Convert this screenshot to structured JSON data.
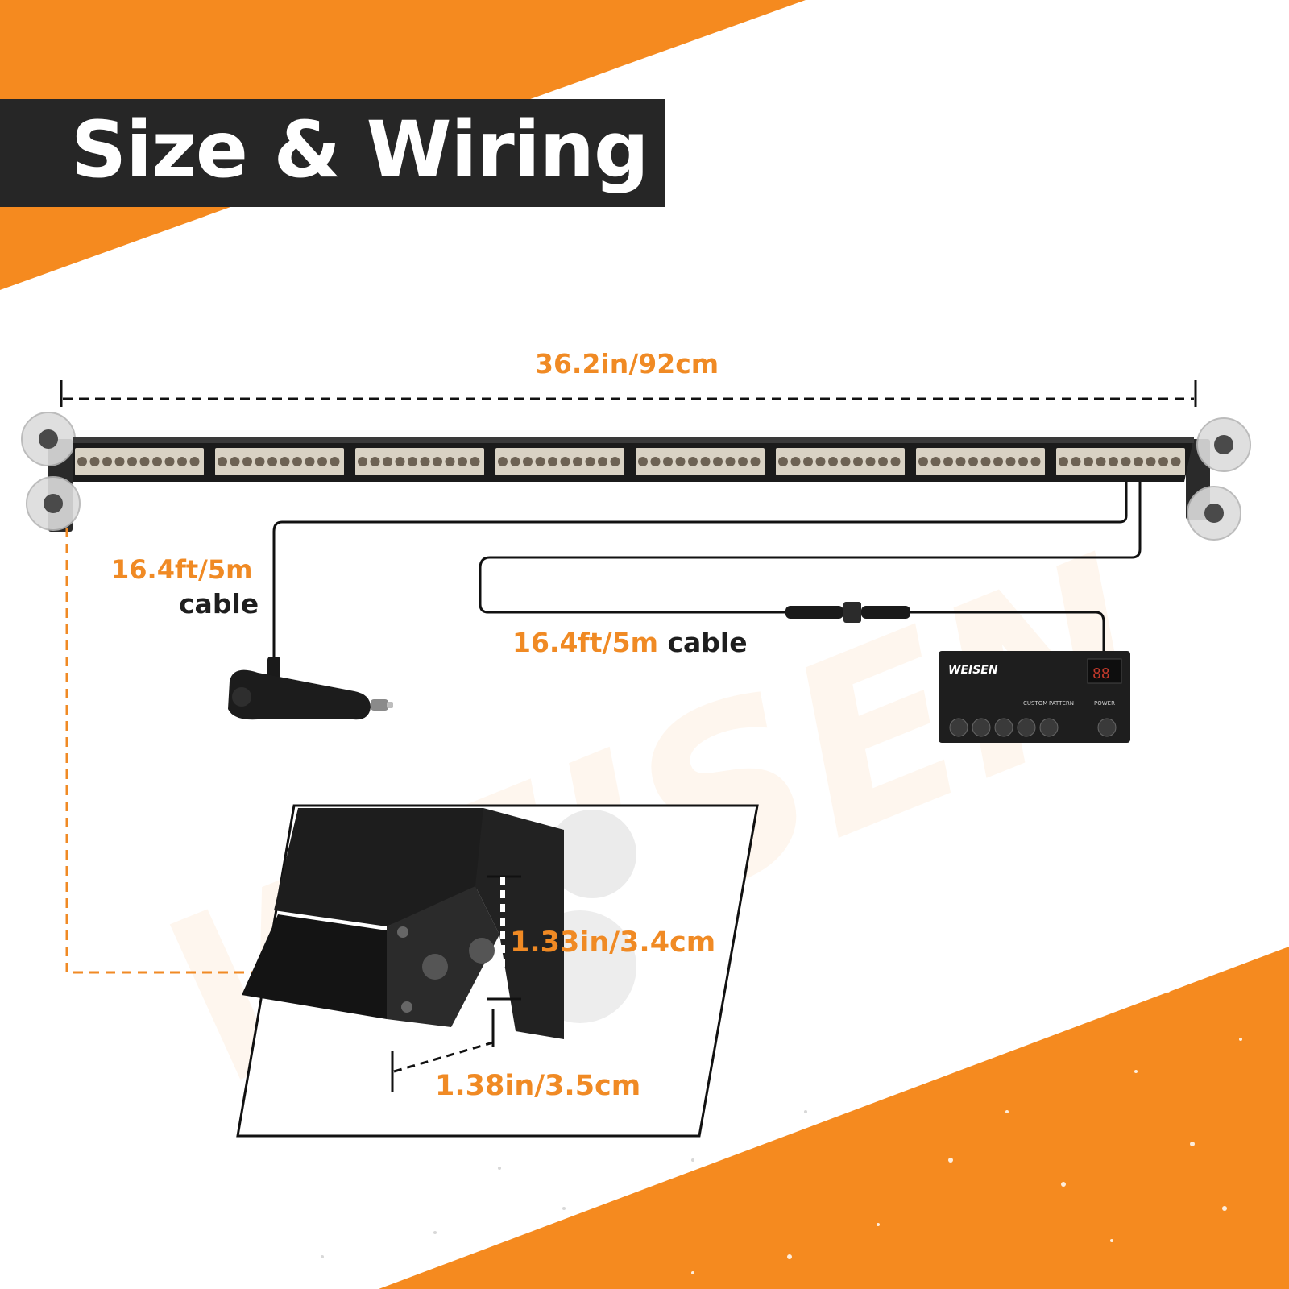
{
  "title": "Size & Wiring",
  "dimensions": {
    "length": "36.2in/92cm",
    "height": "1.33in/3.4cm",
    "depth": "1.38in/3.5cm"
  },
  "cables": {
    "power_cable_length": "16.4ft/5m",
    "power_cable_word": "cable",
    "controller_cable_length": "16.4ft/5m",
    "controller_cable_word": "cable"
  },
  "watermark": "WEISEN",
  "controller": {
    "brand": "WEISEN",
    "display": "88",
    "button_labels": [
      "CUSTOM",
      "PATTERN",
      "POWER"
    ]
  },
  "colors": {
    "accent": "#f08a24",
    "dark": "#262626"
  }
}
